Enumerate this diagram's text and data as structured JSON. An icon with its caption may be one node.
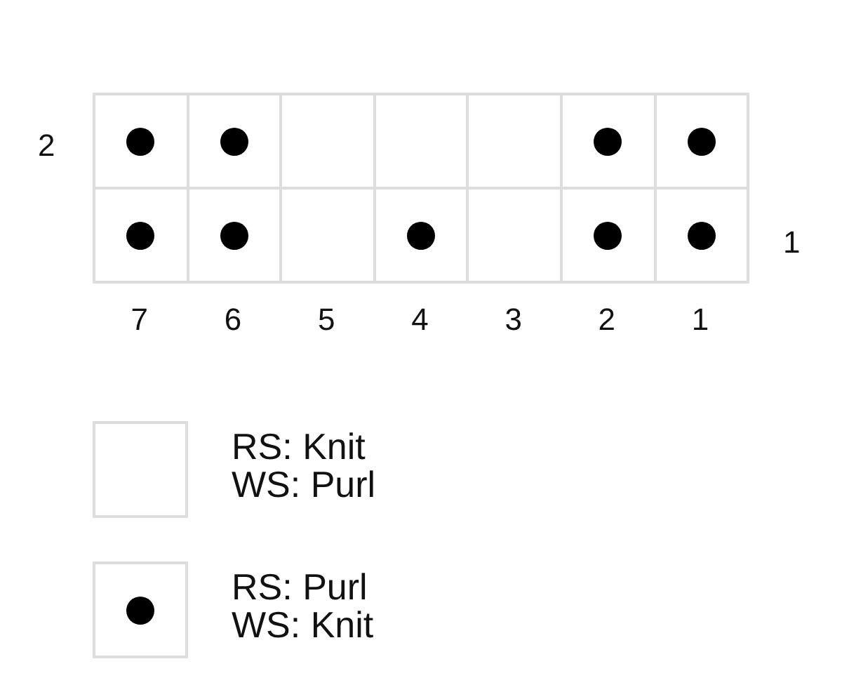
{
  "diagram": {
    "nodes": [
      {
        "text": [],
        "shape": "box"
      },
      {
        "text": [],
        "shape": "circle",
        "in": 0
      },
      {
        "text": [],
        "shape": "box"
      },
      {
        "text": [],
        "shape": "circle",
        "in": 2
      },
      {
        "text": [],
        "shape": "box"
      },
      {
        "text": [],
        "shape": "box"
      },
      {
        "text": [],
        "shape": "box"
      },
      {
        "text": [],
        "shape": "box"
      },
      {
        "text": [],
        "shape": "circle",
        "in": 7
      },
      {
        "text": [],
        "shape": "box"
      },
      {
        "text": [],
        "shape": "circle",
        "in": 9
      },
      {
        "text": [],
        "shape": "box"
      },
      {
        "text": [],
        "shape": "circle",
        "in": 11
      },
      {
        "text": [],
        "shape": "box"
      },
      {
        "text": [],
        "shape": "circle",
        "in": 13
      },
      {
        "text": [],
        "shape": "box"
      },
      {
        "text": [],
        "shape": "box"
      },
      {
        "text": [],
        "shape": "circle",
        "in": 16
      },
      {
        "text": [],
        "shape": "box"
      },
      {
        "text": [],
        "shape": "box"
      },
      {
        "text": [],
        "shape": "circle",
        "in": 19
      },
      {
        "text": [],
        "shape": "box"
      },
      {
        "text": [],
        "shape": "circle",
        "in": 21
      }
    ],
    "labels": [
      "2",
      "1",
      "7",
      "6",
      "5",
      "4",
      "3",
      "2",
      "1"
    ],
    "legend": [
      {
        "text": "RS: Knit WS: Purl"
      },
      {
        "text": "RS: Purl WS: Knit"
      }
    ]
  }
}
